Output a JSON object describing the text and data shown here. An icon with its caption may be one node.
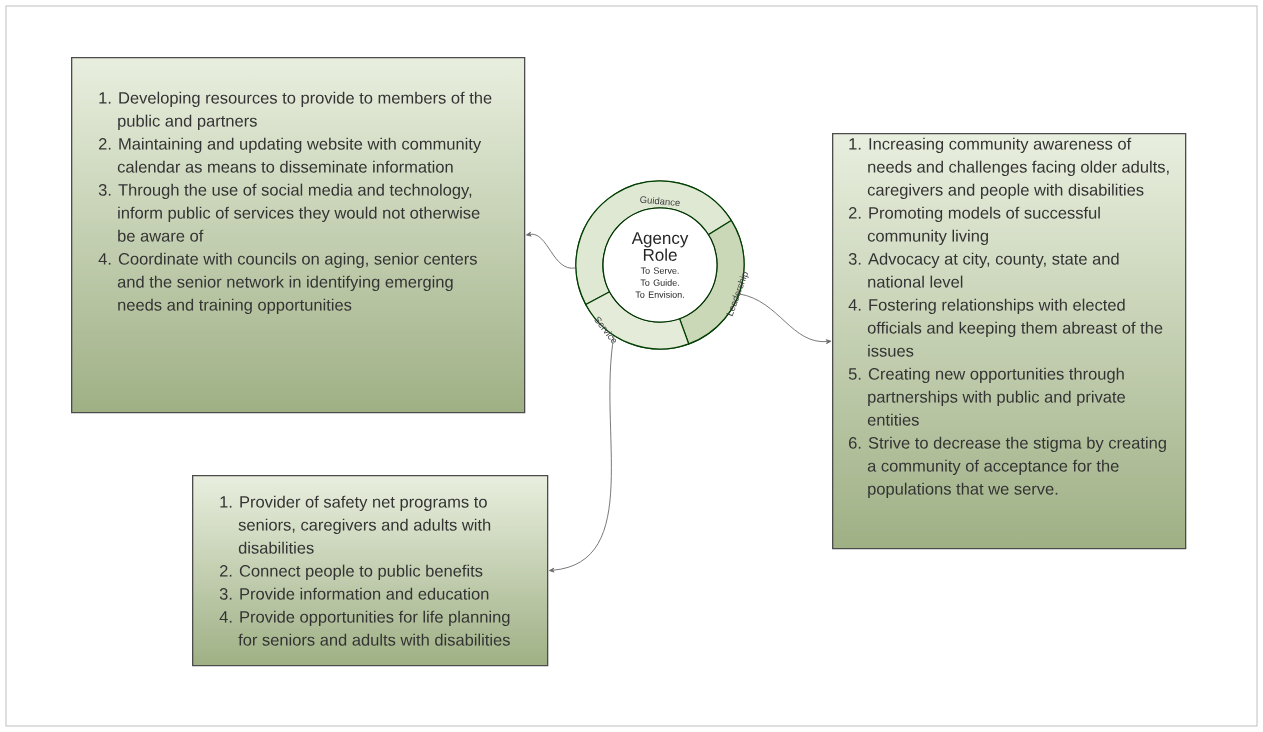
{
  "diagram": {
    "nodes": [
      {
        "text": [],
        "shape": "circle"
      },
      {
        "text": [
          "Guidance"
        ],
        "in": 0
      },
      {
        "text": [
          "Leadership"
        ],
        "in": 0
      },
      {
        "text": [
          "Service"
        ],
        "in": 0
      },
      {
        "text": [
          "Agency Role",
          "To Serve. To Guide. To Envision."
        ],
        "in": 0
      },
      {
        "text": [
          "1. Developing resources to provide to members of the public and partners",
          "2. Maintaining and updating website with community calendar as means to disseminate information",
          "3. Through the use of social media and technology, inform public of services they would not otherwise be aware of",
          "4. Coordinate with councils on aging, senior centers and the senior network in identifying emerging needs and training opportunities"
        ]
      },
      {
        "text": [
          "1. Increasing community awareness of needs and challenges facing older adults, caregivers and people with disabilities",
          "2. Promoting models of successful community living",
          "3. Advocacy at city, county, state and national level",
          "4. Fostering relationships with elected officials and keeping them abreast of the issues",
          "5. Creating new opportunities through partnerships with public and private entities",
          "6. Strive to decrease the stigma by creating a community of acceptance for the populations that we serve."
        ]
      },
      {
        "text": [
          "1. Provider of safety net programs to seniors, caregivers and adults with disabilities",
          "2. Connect people to public benefits",
          "3. Provide information and education",
          "4. Provide opportunities for life planning for seniors and adults with disabilities"
        ]
      }
    ],
    "edges": [
      {
        "from": 0,
        "to": 5,
        "arrow": "to"
      },
      {
        "from": 0,
        "to": 6,
        "arrow": "to"
      },
      {
        "from": 0,
        "to": 7,
        "arrow": "to"
      }
    ]
  }
}
